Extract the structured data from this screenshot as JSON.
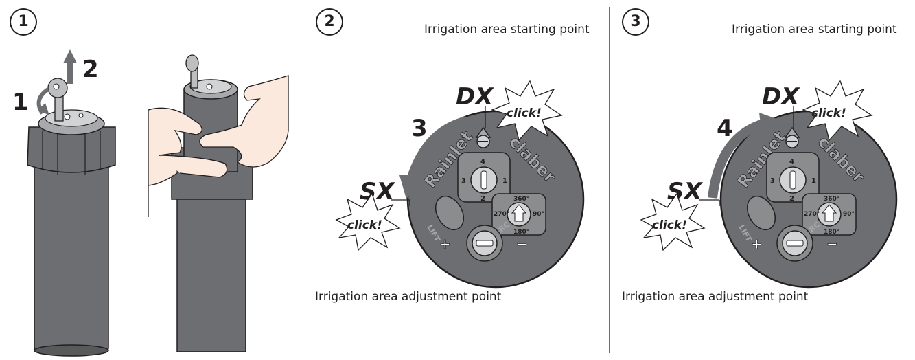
{
  "steps": [
    {
      "number": "1",
      "arrow_labels": {
        "rotate": "1",
        "lift": "2"
      }
    },
    {
      "number": "2",
      "top_caption": "Irrigation area starting point",
      "bottom_caption": "Irrigation area adjustment point",
      "arrow_number": "3",
      "dx_label": "DX",
      "sx_label": "SX",
      "click_top": "click!",
      "click_bottom": "click!"
    },
    {
      "number": "3",
      "top_caption": "Irrigation area starting point",
      "bottom_caption": "Irrigation area adjustment point",
      "arrow_number": "4",
      "dx_label": "DX",
      "sx_label": "SX",
      "click_top": "click!",
      "click_bottom": "click!"
    }
  ],
  "dial": {
    "brand_left": "RainJet",
    "brand_right": "claber",
    "lift": "LIFT",
    "arc": "ARC",
    "plus": "+",
    "minus": "−",
    "positions": [
      "4",
      "1",
      "2",
      "3"
    ],
    "angles": [
      "360°",
      "90°",
      "180°",
      "270°"
    ]
  },
  "colors": {
    "body_gray": "#6d6e71",
    "dark_gray": "#58595b",
    "light_gray": "#a7a9ac",
    "ink": "#231f20"
  }
}
